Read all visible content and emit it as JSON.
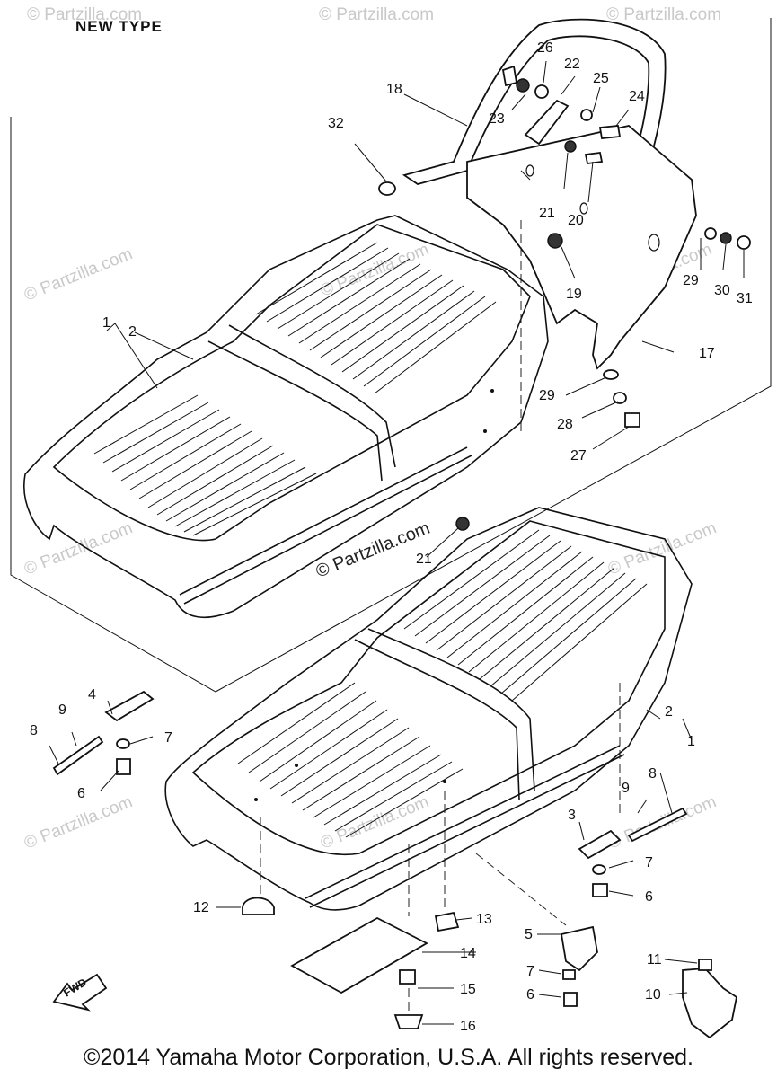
{
  "header": {
    "title": "NEW TYPE"
  },
  "footer": {
    "copyright": "©2014 Yamaha Motor Corporation, U.S.A. All rights reserved."
  },
  "watermark": {
    "text": "© Partzilla.com",
    "center_text": "© Partzilla.com"
  },
  "fwd_arrow": {
    "label": "FWD"
  },
  "callouts": [
    "1",
    "2",
    "3",
    "4",
    "5",
    "6",
    "7",
    "8",
    "9",
    "10",
    "11",
    "12",
    "13",
    "14",
    "15",
    "16",
    "17",
    "18",
    "19",
    "20",
    "21",
    "22",
    "23",
    "24",
    "25",
    "26",
    "27",
    "28",
    "29",
    "30",
    "31",
    "32"
  ],
  "colors": {
    "line": "#111111",
    "watermark": "#c9c9c9",
    "background": "#ffffff"
  }
}
